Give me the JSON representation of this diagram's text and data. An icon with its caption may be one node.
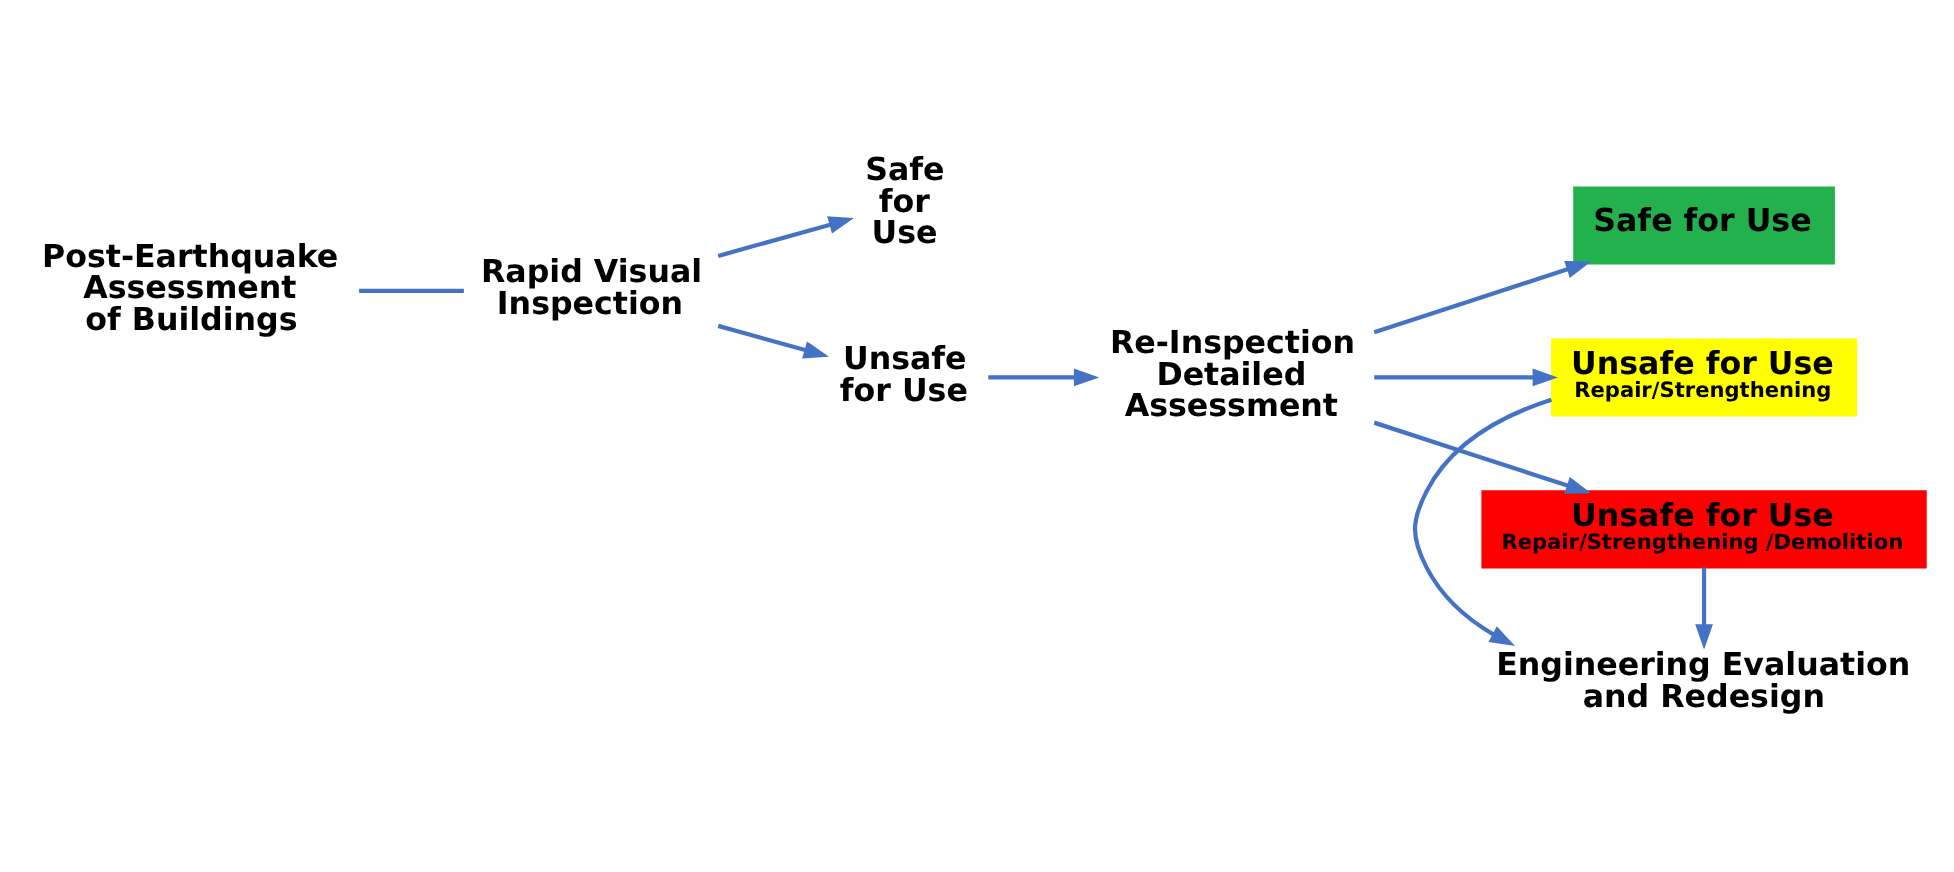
{
  "diagram": {
    "nodes": [
      {
        "text": [
          "Post-Earthquake Assessment of Buildings"
        ]
      },
      {
        "text": [
          "Rapid Visual Inspection"
        ]
      },
      {
        "text": [
          "Safe for Use"
        ]
      },
      {
        "text": [
          "Unsafe for Use"
        ]
      },
      {
        "text": [
          "Re-Inspection Detailed Assessment"
        ]
      },
      {
        "text": [
          "Safe for Use"
        ]
      },
      {
        "text": [
          "Unsafe for Use",
          "Repair/Strengthening"
        ]
      },
      {
        "text": [
          "Engineering Evaluation and Redesign"
        ]
      },
      {
        "text": [
          "Unsafe for Use",
          "Repair/Strengthening /Demolition"
        ]
      }
    ],
    "edges": [
      {
        "from": 0,
        "to": 1,
        "arrow": "none"
      },
      {
        "from": 1,
        "to": 2,
        "arrow": "to"
      },
      {
        "from": 1,
        "to": 3,
        "arrow": "to"
      },
      {
        "from": 3,
        "to": 4,
        "arrow": "to"
      },
      {
        "from": 4,
        "to": 5,
        "arrow": "to"
      },
      {
        "from": 4,
        "to": 6,
        "arrow": "to"
      },
      {
        "from": 4,
        "to": 8,
        "arrow": "to"
      },
      {
        "from": 6,
        "to": 7,
        "arrow": "to"
      },
      {
        "from": 8,
        "to": 7,
        "arrow": "to"
      }
    ]
  }
}
